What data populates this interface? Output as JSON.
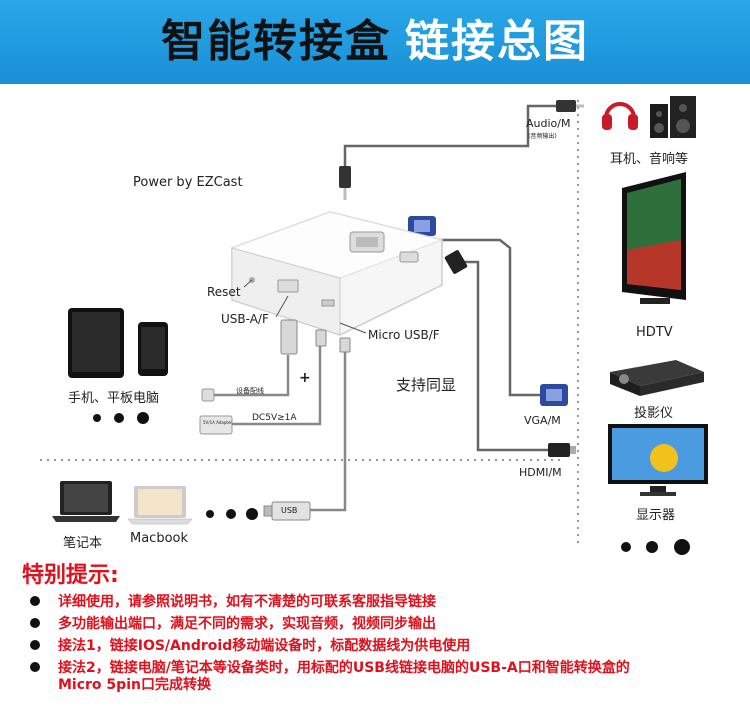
{
  "header": {
    "title_part1": "智能转接盒",
    "title_part2": "链接总图"
  },
  "device": {
    "power_by": "Power by EZCast",
    "reset": "Reset",
    "usb_af": "USB-A/F",
    "micro_usb_f": "Micro USB/F"
  },
  "sources": {
    "phone_tablet": "手机、平板电脑",
    "laptop": "笔记本",
    "macbook": "Macbook",
    "device_cable": "设备配线",
    "plus": "+",
    "power_spec": "DC5V≥1A",
    "adapter_text": "5V/1A Adapter",
    "usb_plug": "USB"
  },
  "outputs": {
    "audio_m": "Audio/M",
    "audio_note": "(音频输出)",
    "vga_m": "VGA/M",
    "hdmi_m": "HDMI/M",
    "sync": "支持同显",
    "headphones_speakers": "耳机、音响等",
    "hdtv": "HDTV",
    "projector": "投影仪",
    "monitor": "显示器"
  },
  "notes": {
    "title": "特别提示:",
    "items": [
      "详细使用，请参照说明书，如有不清楚的可联系客服指导链接",
      "多功能输出端口，满足不同的需求，实现音频，视频同步输出",
      "接法1，链接IOS/Android移动端设备时，标配数据线为供电使用",
      "接法2，链接电脑/笔记本等设备类时，用标配的USB线链接电脑的USB-A口和智能转换盒的"
    ],
    "item4_cont": "Micro 5pin口完成转换"
  },
  "colors": {
    "banner": "#1f9ae0",
    "note_red": "#e0101c"
  }
}
